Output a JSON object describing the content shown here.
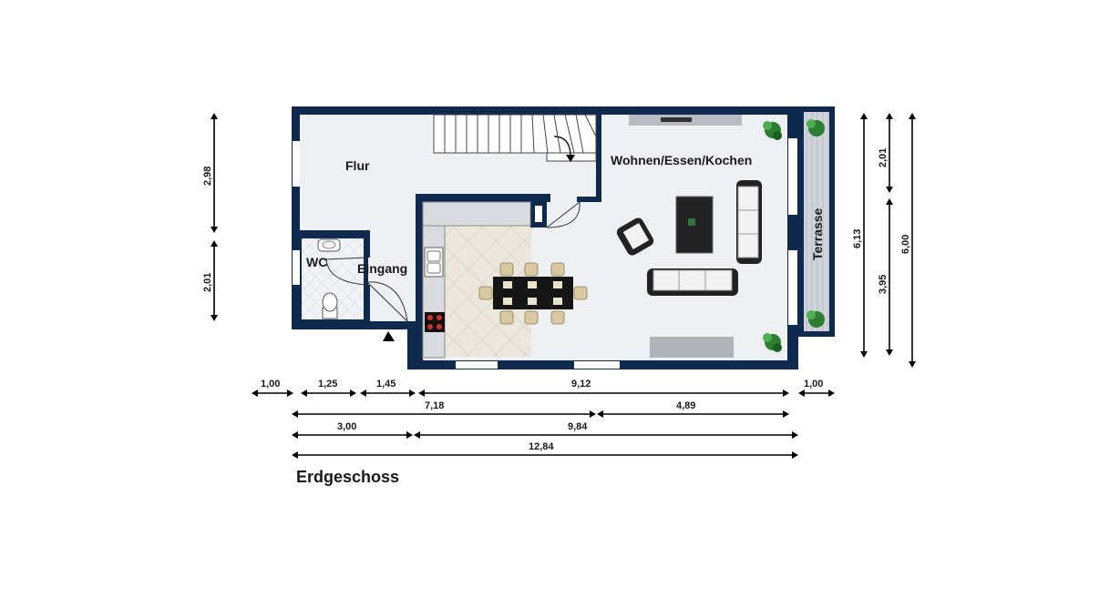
{
  "title": "Erdgeschoss",
  "rooms": {
    "flur": "Flur",
    "wohnen": "Wohnen/Essen/Kochen",
    "wc": "WC",
    "eingang": "Eingang",
    "terrasse": "Terrasse"
  },
  "dimensions": {
    "bottom_row1": [
      "1,00",
      "1,25",
      "1,45",
      "9,12",
      "1,00"
    ],
    "bottom_row2": [
      "7,18",
      "4,89"
    ],
    "bottom_row3": [
      "3,00",
      "9,84"
    ],
    "bottom_row4": [
      "12,84"
    ],
    "left": [
      "2,98",
      "2,01"
    ],
    "right_inner": [
      "2,01",
      "3,95"
    ],
    "right_mid": "6,13",
    "right_outer": "6,00"
  },
  "colors": {
    "wall": "#0f2a4e",
    "floor": "#eef0f4",
    "tile": "#e9e4da",
    "terrace": "#c9ced6"
  }
}
